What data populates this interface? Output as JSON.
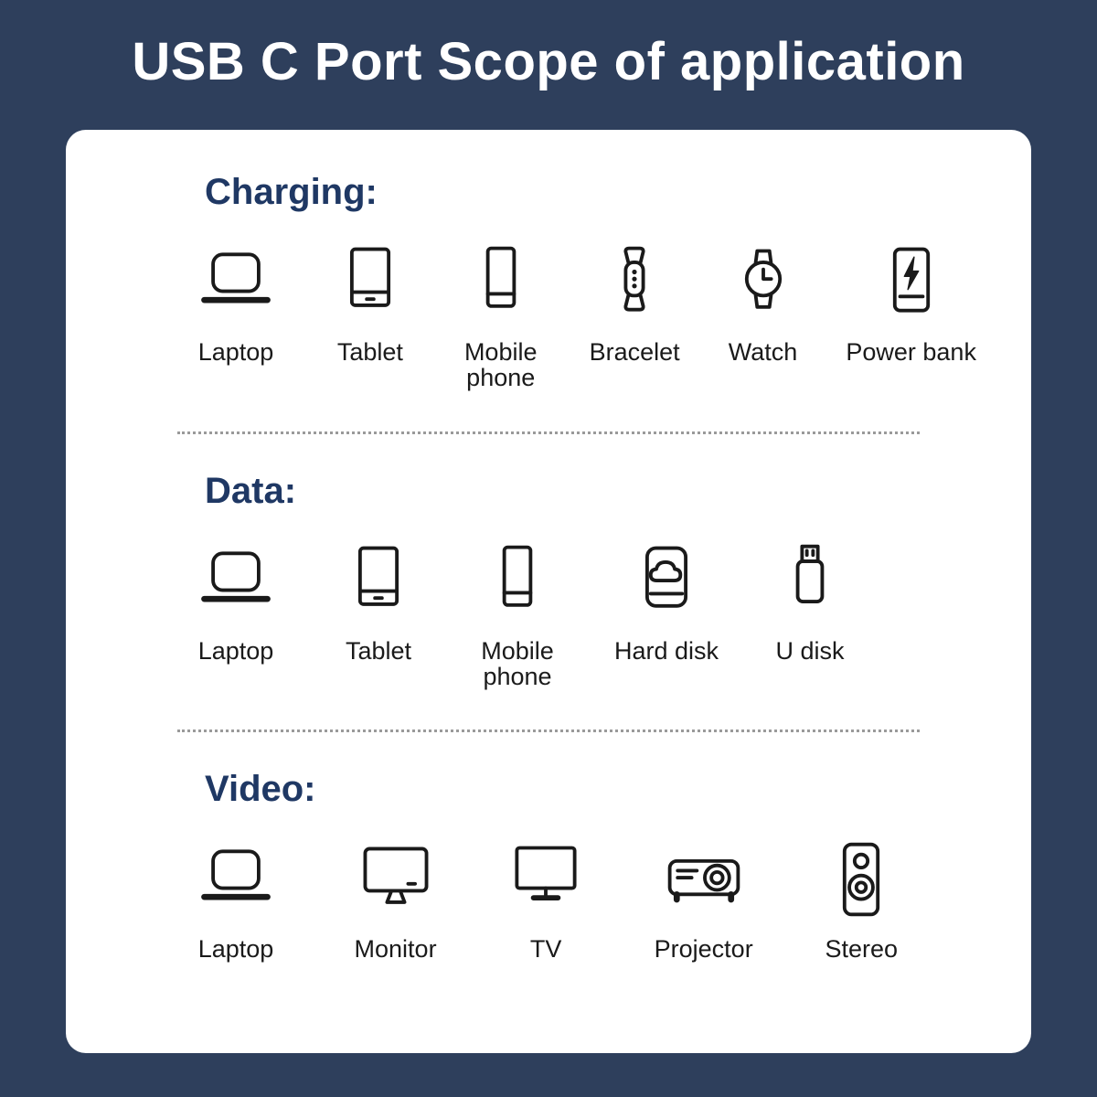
{
  "page": {
    "title": "USB C Port Scope of application",
    "background_color": "#2e3f5c",
    "card_color": "#ffffff",
    "heading_color": "#1f3864",
    "label_color": "#1a1a1a"
  },
  "sections": [
    {
      "heading": "Charging:",
      "items": [
        {
          "label": "Laptop",
          "icon": "laptop-icon"
        },
        {
          "label": "Tablet",
          "icon": "tablet-icon"
        },
        {
          "label": "Mobile phone",
          "icon": "mobile-phone-icon"
        },
        {
          "label": "Bracelet",
          "icon": "bracelet-icon"
        },
        {
          "label": "Watch",
          "icon": "watch-icon"
        },
        {
          "label": "Power bank",
          "icon": "power-bank-icon"
        }
      ]
    },
    {
      "heading": "Data:",
      "items": [
        {
          "label": "Laptop",
          "icon": "laptop-icon"
        },
        {
          "label": "Tablet",
          "icon": "tablet-icon"
        },
        {
          "label": "Mobile phone",
          "icon": "mobile-phone-icon"
        },
        {
          "label": "Hard disk",
          "icon": "hard-disk-icon"
        },
        {
          "label": "U disk",
          "icon": "u-disk-icon"
        }
      ]
    },
    {
      "heading": "Video:",
      "items": [
        {
          "label": "Laptop",
          "icon": "laptop-icon"
        },
        {
          "label": "Monitor",
          "icon": "monitor-icon"
        },
        {
          "label": "TV",
          "icon": "tv-icon"
        },
        {
          "label": "Projector",
          "icon": "projector-icon"
        },
        {
          "label": "Stereo",
          "icon": "stereo-icon"
        }
      ]
    }
  ]
}
